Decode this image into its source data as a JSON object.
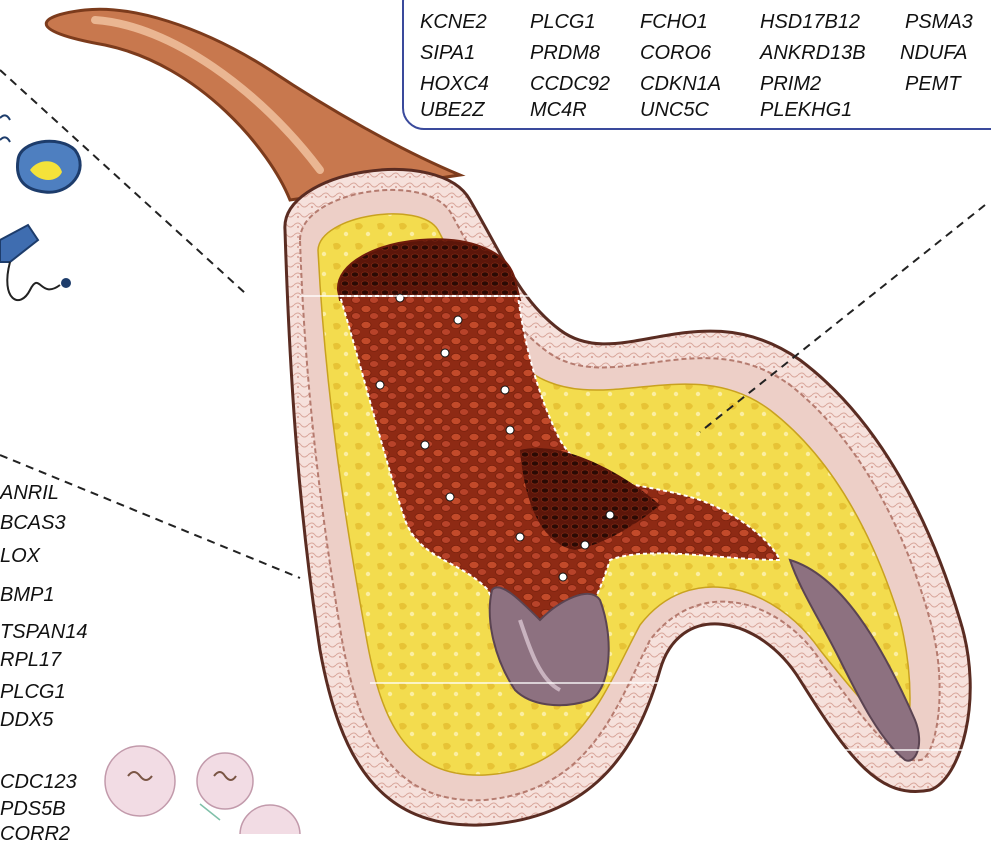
{
  "gene_box": {
    "rows": [
      [
        "KCNE2",
        "PLCG1",
        "FCHO1",
        "HSD17B12",
        "PSMA3"
      ],
      [
        "SIPA1",
        "PRDM8",
        "CORO6",
        "ANKRD13B",
        "NDUFA"
      ],
      [
        "HOXC4",
        "CCDC92",
        "CDKN1A",
        "PRIM2",
        "PEMT"
      ],
      [
        "UBE2Z",
        "MC4R",
        "UNC5C",
        "PLEKHG1",
        ""
      ]
    ],
    "border_color": "#3a4a9c"
  },
  "left_gene_list": [
    "ANRIL",
    "BCAS3",
    "LOX",
    "BMP1",
    "TSPAN14",
    "RPL17",
    "PLCG1",
    "DDX5",
    "CDC123",
    "PDS5B",
    "CORR2"
  ],
  "colors": {
    "outer_wall": "#efd5cf",
    "adventitia_line": "#c98a7f",
    "fat_layer": "#f3dc4e",
    "thrombus": "#a3361c",
    "thrombus_dark": "#6f1c0c",
    "rbc": "#c24a2a",
    "gray_lumen": "#8d7180",
    "tail": "#c8784e",
    "dashed_line": "#222222"
  },
  "icons": [
    "liver-icon",
    "blood-pressure-cuff-icon",
    "cell-icon"
  ]
}
